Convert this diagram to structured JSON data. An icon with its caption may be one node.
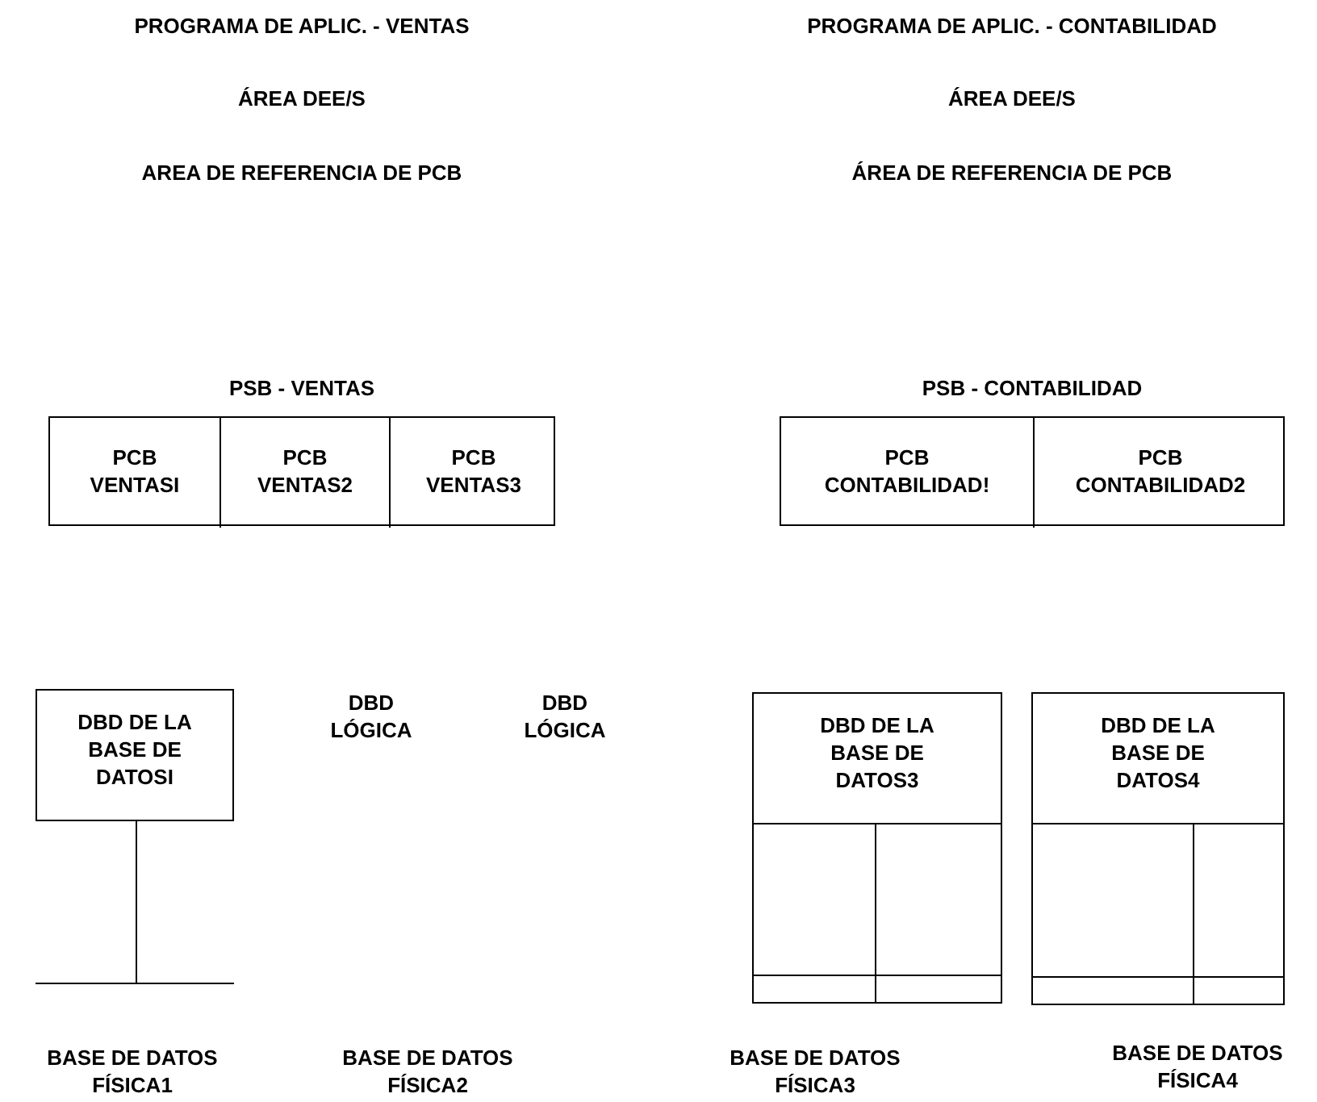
{
  "diagram": {
    "nodes": [
      {
        "text": [
          "PSB - VENTAS"
        ]
      },
      {
        "text": [
          "PCB VENTASI"
        ],
        "in": 0
      },
      {
        "text": [
          "PCB VENTAS2"
        ],
        "in": 0
      },
      {
        "text": [
          "PCB VENTAS3"
        ],
        "in": 0
      },
      {
        "text": [
          "PSB - CONTABILIDAD"
        ]
      },
      {
        "text": [
          "PCB CONTABILIDAD!"
        ],
        "in": 4
      },
      {
        "text": [
          "PCB CONTABILIDAD2"
        ],
        "in": 4
      },
      {
        "text": [
          "DBD DE LA BASE DE DATOSI"
        ]
      },
      {
        "text": [],
        "shape": "bar"
      },
      {
        "text": [
          "DBD DE LA BASE DE DATOS3"
        ]
      },
      {
        "text": [
          "DBD DE LA BASE DE DATOS4"
        ]
      }
    ],
    "edges": [
      {
        "from": 7,
        "to": 8,
        "arrow": "none"
      }
    ],
    "labels": [
      "PROGRAMA DE APLIC. - VENTAS",
      "PROGRAMA DE APLIC. - CONTABILIDAD",
      "ÁREA DEE/S",
      "ÁREA DEE/S",
      "AREA DE REFERENCIA DE PCB",
      "ÁREA DE REFERENCIA DE PCB",
      "DBD LÓGICA",
      "DBD LÓGICA",
      "BASE DE DATOS FÍSICA1",
      "BASE DE DATOS FÍSICA2",
      "BASE DE DATOS FÍSICA3",
      "BASE DE DATOS FÍSICA4"
    ]
  }
}
